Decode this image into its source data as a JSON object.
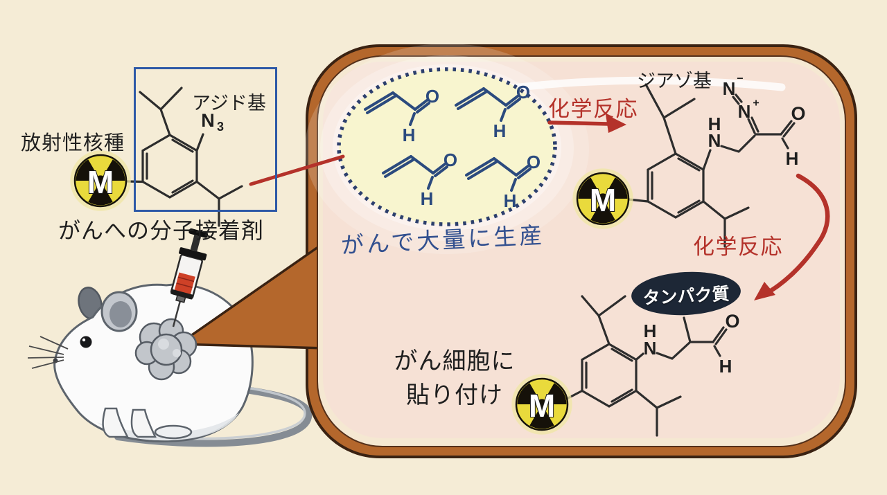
{
  "figure": {
    "left": {
      "radionuclide_label": "放射性核種",
      "azide_box_label": "アジド基",
      "adhesive_caption": "がんへの分子接着剤"
    },
    "bubble": {
      "vesicle_caption": "がんで大量に生産",
      "reaction_label_1": "化学反応",
      "diazo_label": "ジアゾ基",
      "reaction_label_2": "化学反応",
      "protein_badge": "タンパク質",
      "attach_caption_line1": "がん細胞に",
      "attach_caption_line2": "貼り付け"
    },
    "atoms": {
      "metal": "M",
      "oxygen": "O",
      "hydrogen": "H",
      "nitrogen": "N",
      "azide_sub": "3",
      "plus": "+",
      "minus": "−"
    },
    "colors": {
      "background": "#f5ecd6",
      "bubble_border_orange": "#b4672c",
      "bubble_outline_dark": "#3a2212",
      "bubble_fill_pink": "#f6e1d5",
      "bubble_inner_band": "#f5e8d2",
      "vesicle_fill": "#f8f5cf",
      "vesicle_dots_navy": "#2c3f6d",
      "molecule_blue": "#2b4a7e",
      "molecule_black": "#2d2d2d",
      "reaction_red": "#b4322a",
      "azide_box_border": "#2e59a7",
      "caption_blue": "#32508f",
      "protein_bubble": "#1d2736",
      "m_icon_yellow": "#e9da3c",
      "syringe_liquid": "#ce4127"
    }
  }
}
